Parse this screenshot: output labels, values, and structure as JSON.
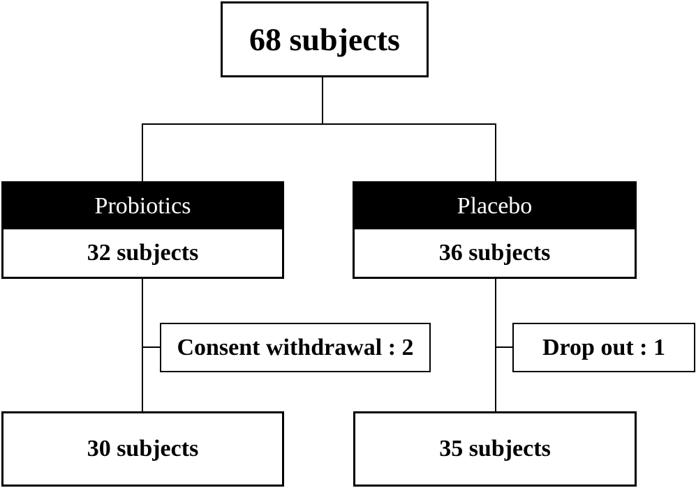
{
  "diagram": {
    "total": {
      "text": "68 subjects"
    },
    "probiotics": {
      "header": "Probiotics",
      "count": "32 subjects",
      "exclusion": "Consent withdrawal : 2",
      "final": "30 subjects"
    },
    "placebo": {
      "header": "Placebo",
      "count": "36 subjects",
      "exclusion": "Drop out : 1",
      "final": "35 subjects"
    },
    "colors": {
      "line": "#000000",
      "header_bg": "#000000",
      "header_text": "#ffffff",
      "box_bg": "#ffffff"
    }
  }
}
